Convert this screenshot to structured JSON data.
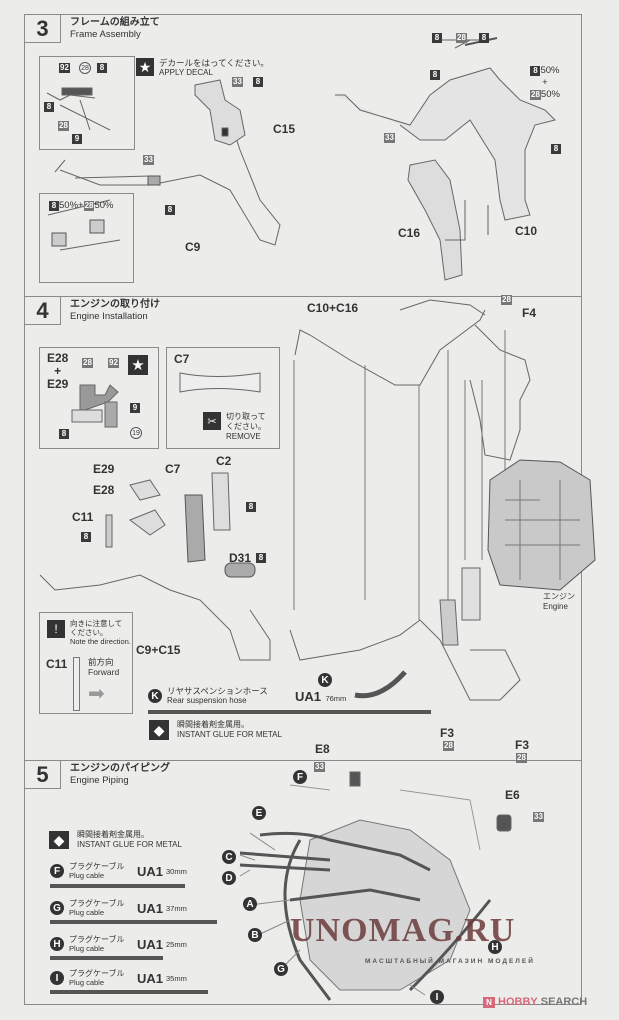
{
  "step3": {
    "number": "3",
    "title_jp": "フレームの組み立て",
    "title_en": "Frame Assembly",
    "decal_note_jp": "デカールをはってください。",
    "decal_note_en": "APPLY DECAL",
    "inset1_labels": [
      "92",
      "28",
      "8",
      "8",
      "28",
      "9"
    ],
    "inset2_mix": {
      "a": "8",
      "a_pct": "50%",
      "plus": "+",
      "b": "28",
      "b_pct": "50%"
    },
    "parts": {
      "c15": "C15",
      "c9": "C9",
      "c16": "C16",
      "c10": "C10"
    },
    "callouts": {
      "p33": "33",
      "p8": "8",
      "p28": "28"
    },
    "right_mix": {
      "a": "8",
      "a_pct": "50%",
      "plus": "+",
      "b": "28",
      "b_pct": "50%"
    }
  },
  "step4": {
    "number": "4",
    "title_jp": "エンジンの取り付け",
    "title_en": "Engine Installation",
    "inset_e": {
      "title_a": "E28",
      "plus": "+",
      "title_b": "E29",
      "c28": "28",
      "c92": "92",
      "c9": "9",
      "c8": "8",
      "c19": "19"
    },
    "inset_c7": {
      "title": "C7",
      "remove_jp_1": "切り取って",
      "remove_jp_2": "ください。",
      "remove_en": "REMOVE"
    },
    "parts": {
      "e29": "E29",
      "e28": "E28",
      "c7": "C7",
      "c2": "C2",
      "c11": "C11",
      "d31": "D31",
      "c9c15": "C9+C15",
      "c10c16": "C10+C16",
      "f4": "F4",
      "f3": "F3"
    },
    "direction_note": {
      "jp_1": "向きに注意して",
      "jp_2": "ください。",
      "en": "Note the direction.",
      "part": "C11",
      "dir_jp": "前方向",
      "dir_en": "Forward"
    },
    "engine_label_jp": "エンジン",
    "engine_label_en": "Engine",
    "hose": {
      "letter": "K",
      "jp": "リヤサスペンションホース",
      "en": "Rear suspension hose",
      "material": "UA1",
      "length": "76mm"
    },
    "glue": {
      "jp": "瞬間接着剤金属用。",
      "en": "INSTANT GLUE FOR METAL"
    },
    "paint": {
      "p8": "8",
      "p28": "28"
    }
  },
  "step5": {
    "number": "5",
    "title_jp": "エンジンのパイピング",
    "title_en": "Engine Piping",
    "glue": {
      "jp": "瞬間接着剤金属用。",
      "en": "INSTANT GLUE FOR METAL"
    },
    "cables": [
      {
        "letter": "F",
        "jp": "プラグケーブル",
        "en": "Plug cable",
        "material": "UA1",
        "length": "30mm",
        "length_mm": 30
      },
      {
        "letter": "G",
        "jp": "プラグケーブル",
        "en": "Plug cable",
        "material": "UA1",
        "length": "37mm",
        "length_mm": 37
      },
      {
        "letter": "H",
        "jp": "プラグケーブル",
        "en": "Plug cable",
        "material": "UA1",
        "length": "25mm",
        "length_mm": 25
      },
      {
        "letter": "I",
        "jp": "プラグケーブル",
        "en": "Plug cable",
        "material": "UA1",
        "length": "35mm",
        "length_mm": 35
      }
    ],
    "parts": {
      "e8": "E8",
      "e6": "E6",
      "p33": "33"
    },
    "letters": [
      "F",
      "E",
      "C",
      "D",
      "A",
      "B",
      "G",
      "H",
      "I"
    ]
  },
  "watermarks": {
    "unomag": "UNOMAG.RU",
    "unomag_sub": "МАСШТАБНЫЙ МАГАЗИН МОДЕЛЕЙ",
    "hobby": "HOBBY",
    "search": "SEARCH"
  }
}
